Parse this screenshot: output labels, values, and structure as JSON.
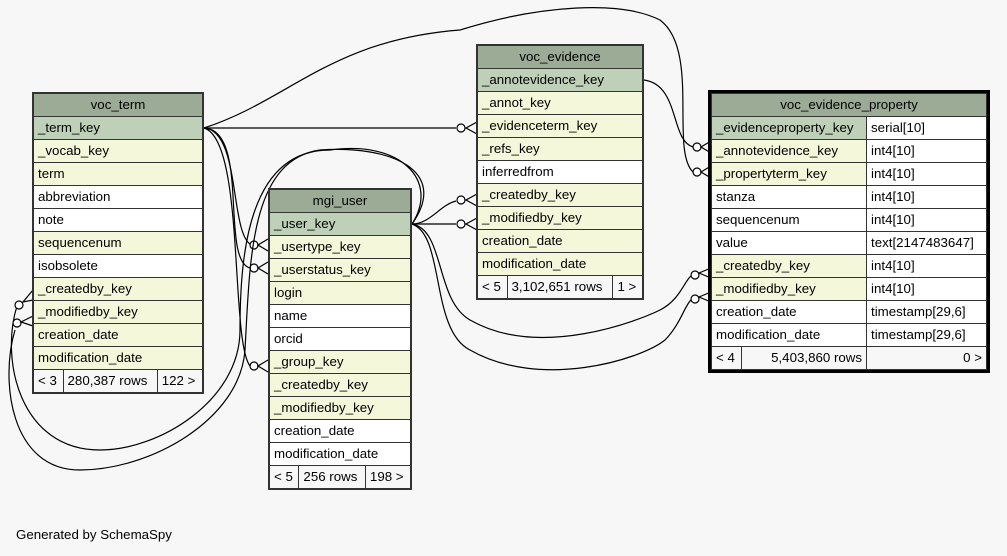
{
  "colors": {
    "header": "#9bab96",
    "primary_key": "#bed1b8",
    "foreign_key": "#f4f7da",
    "plain": "#ffffff",
    "background": "#f7f7f7"
  },
  "tables": {
    "voc_term": {
      "name": "voc_term",
      "columns": [
        {
          "name": "_term_key",
          "kind": "pk"
        },
        {
          "name": "_vocab_key",
          "kind": "fk"
        },
        {
          "name": "term",
          "kind": "fk"
        },
        {
          "name": "abbreviation",
          "kind": "plain"
        },
        {
          "name": "note",
          "kind": "plain"
        },
        {
          "name": "sequencenum",
          "kind": "fk"
        },
        {
          "name": "isobsolete",
          "kind": "plain"
        },
        {
          "name": "_createdby_key",
          "kind": "fk"
        },
        {
          "name": "_modifiedby_key",
          "kind": "fk"
        },
        {
          "name": "creation_date",
          "kind": "fk"
        },
        {
          "name": "modification_date",
          "kind": "fk"
        }
      ],
      "footer": {
        "parents": "< 3",
        "rows": "280,387 rows",
        "children": "122 >"
      }
    },
    "mgi_user": {
      "name": "mgi_user",
      "columns": [
        {
          "name": "_user_key",
          "kind": "pk"
        },
        {
          "name": "_usertype_key",
          "kind": "fk"
        },
        {
          "name": "_userstatus_key",
          "kind": "fk"
        },
        {
          "name": "login",
          "kind": "fk"
        },
        {
          "name": "name",
          "kind": "plain"
        },
        {
          "name": "orcid",
          "kind": "plain"
        },
        {
          "name": "_group_key",
          "kind": "fk"
        },
        {
          "name": "_createdby_key",
          "kind": "fk"
        },
        {
          "name": "_modifiedby_key",
          "kind": "fk"
        },
        {
          "name": "creation_date",
          "kind": "plain"
        },
        {
          "name": "modification_date",
          "kind": "plain"
        }
      ],
      "footer": {
        "parents": "< 5",
        "rows": "256 rows",
        "children": "198 >"
      }
    },
    "voc_evidence": {
      "name": "voc_evidence",
      "columns": [
        {
          "name": "_annotevidence_key",
          "kind": "pk"
        },
        {
          "name": "_annot_key",
          "kind": "fk"
        },
        {
          "name": "_evidenceterm_key",
          "kind": "fk"
        },
        {
          "name": "_refs_key",
          "kind": "fk"
        },
        {
          "name": "inferredfrom",
          "kind": "plain"
        },
        {
          "name": "_createdby_key",
          "kind": "fk"
        },
        {
          "name": "_modifiedby_key",
          "kind": "fk"
        },
        {
          "name": "creation_date",
          "kind": "fk"
        },
        {
          "name": "modification_date",
          "kind": "fk"
        }
      ],
      "footer": {
        "parents": "< 5",
        "rows": "3,102,651 rows",
        "children": "1 >"
      }
    },
    "voc_evidence_property": {
      "name": "voc_evidence_property",
      "columns": [
        {
          "name": "_evidenceproperty_key",
          "type": "serial[10]",
          "kind": "pk"
        },
        {
          "name": "_annotevidence_key",
          "type": "int4[10]",
          "kind": "fk"
        },
        {
          "name": "_propertyterm_key",
          "type": "int4[10]",
          "kind": "fk"
        },
        {
          "name": "stanza",
          "type": "int4[10]",
          "kind": "plain"
        },
        {
          "name": "sequencenum",
          "type": "int4[10]",
          "kind": "plain"
        },
        {
          "name": "value",
          "type": "text[2147483647]",
          "kind": "plain"
        },
        {
          "name": "_createdby_key",
          "type": "int4[10]",
          "kind": "fk"
        },
        {
          "name": "_modifiedby_key",
          "type": "int4[10]",
          "kind": "fk"
        },
        {
          "name": "creation_date",
          "type": "timestamp[29,6]",
          "kind": "plain"
        },
        {
          "name": "modification_date",
          "type": "timestamp[29,6]",
          "kind": "plain"
        }
      ],
      "footer": {
        "parents": "< 4",
        "rows": "5,403,860 rows",
        "children": "0 >"
      }
    }
  },
  "relationships": [
    {
      "from": "voc_term._term_key",
      "to": "voc_evidence._evidenceterm_key"
    },
    {
      "from": "voc_term._term_key",
      "to": "voc_evidence_property._propertyterm_key"
    },
    {
      "from": "voc_term._term_key",
      "to": "mgi_user._usertype_key"
    },
    {
      "from": "voc_term._term_key",
      "to": "mgi_user._userstatus_key"
    },
    {
      "from": "voc_term._term_key",
      "to": "mgi_user._group_key"
    },
    {
      "from": "mgi_user._user_key",
      "to": "voc_term._createdby_key"
    },
    {
      "from": "mgi_user._user_key",
      "to": "voc_term._modifiedby_key"
    },
    {
      "from": "mgi_user._user_key",
      "to": "voc_evidence._createdby_key"
    },
    {
      "from": "mgi_user._user_key",
      "to": "voc_evidence._modifiedby_key"
    },
    {
      "from": "mgi_user._user_key",
      "to": "voc_evidence_property._createdby_key"
    },
    {
      "from": "mgi_user._user_key",
      "to": "voc_evidence_property._modifiedby_key"
    },
    {
      "from": "voc_evidence._annotevidence_key",
      "to": "voc_evidence_property._annotevidence_key"
    }
  ],
  "footer_text": "Generated by SchemaSpy"
}
